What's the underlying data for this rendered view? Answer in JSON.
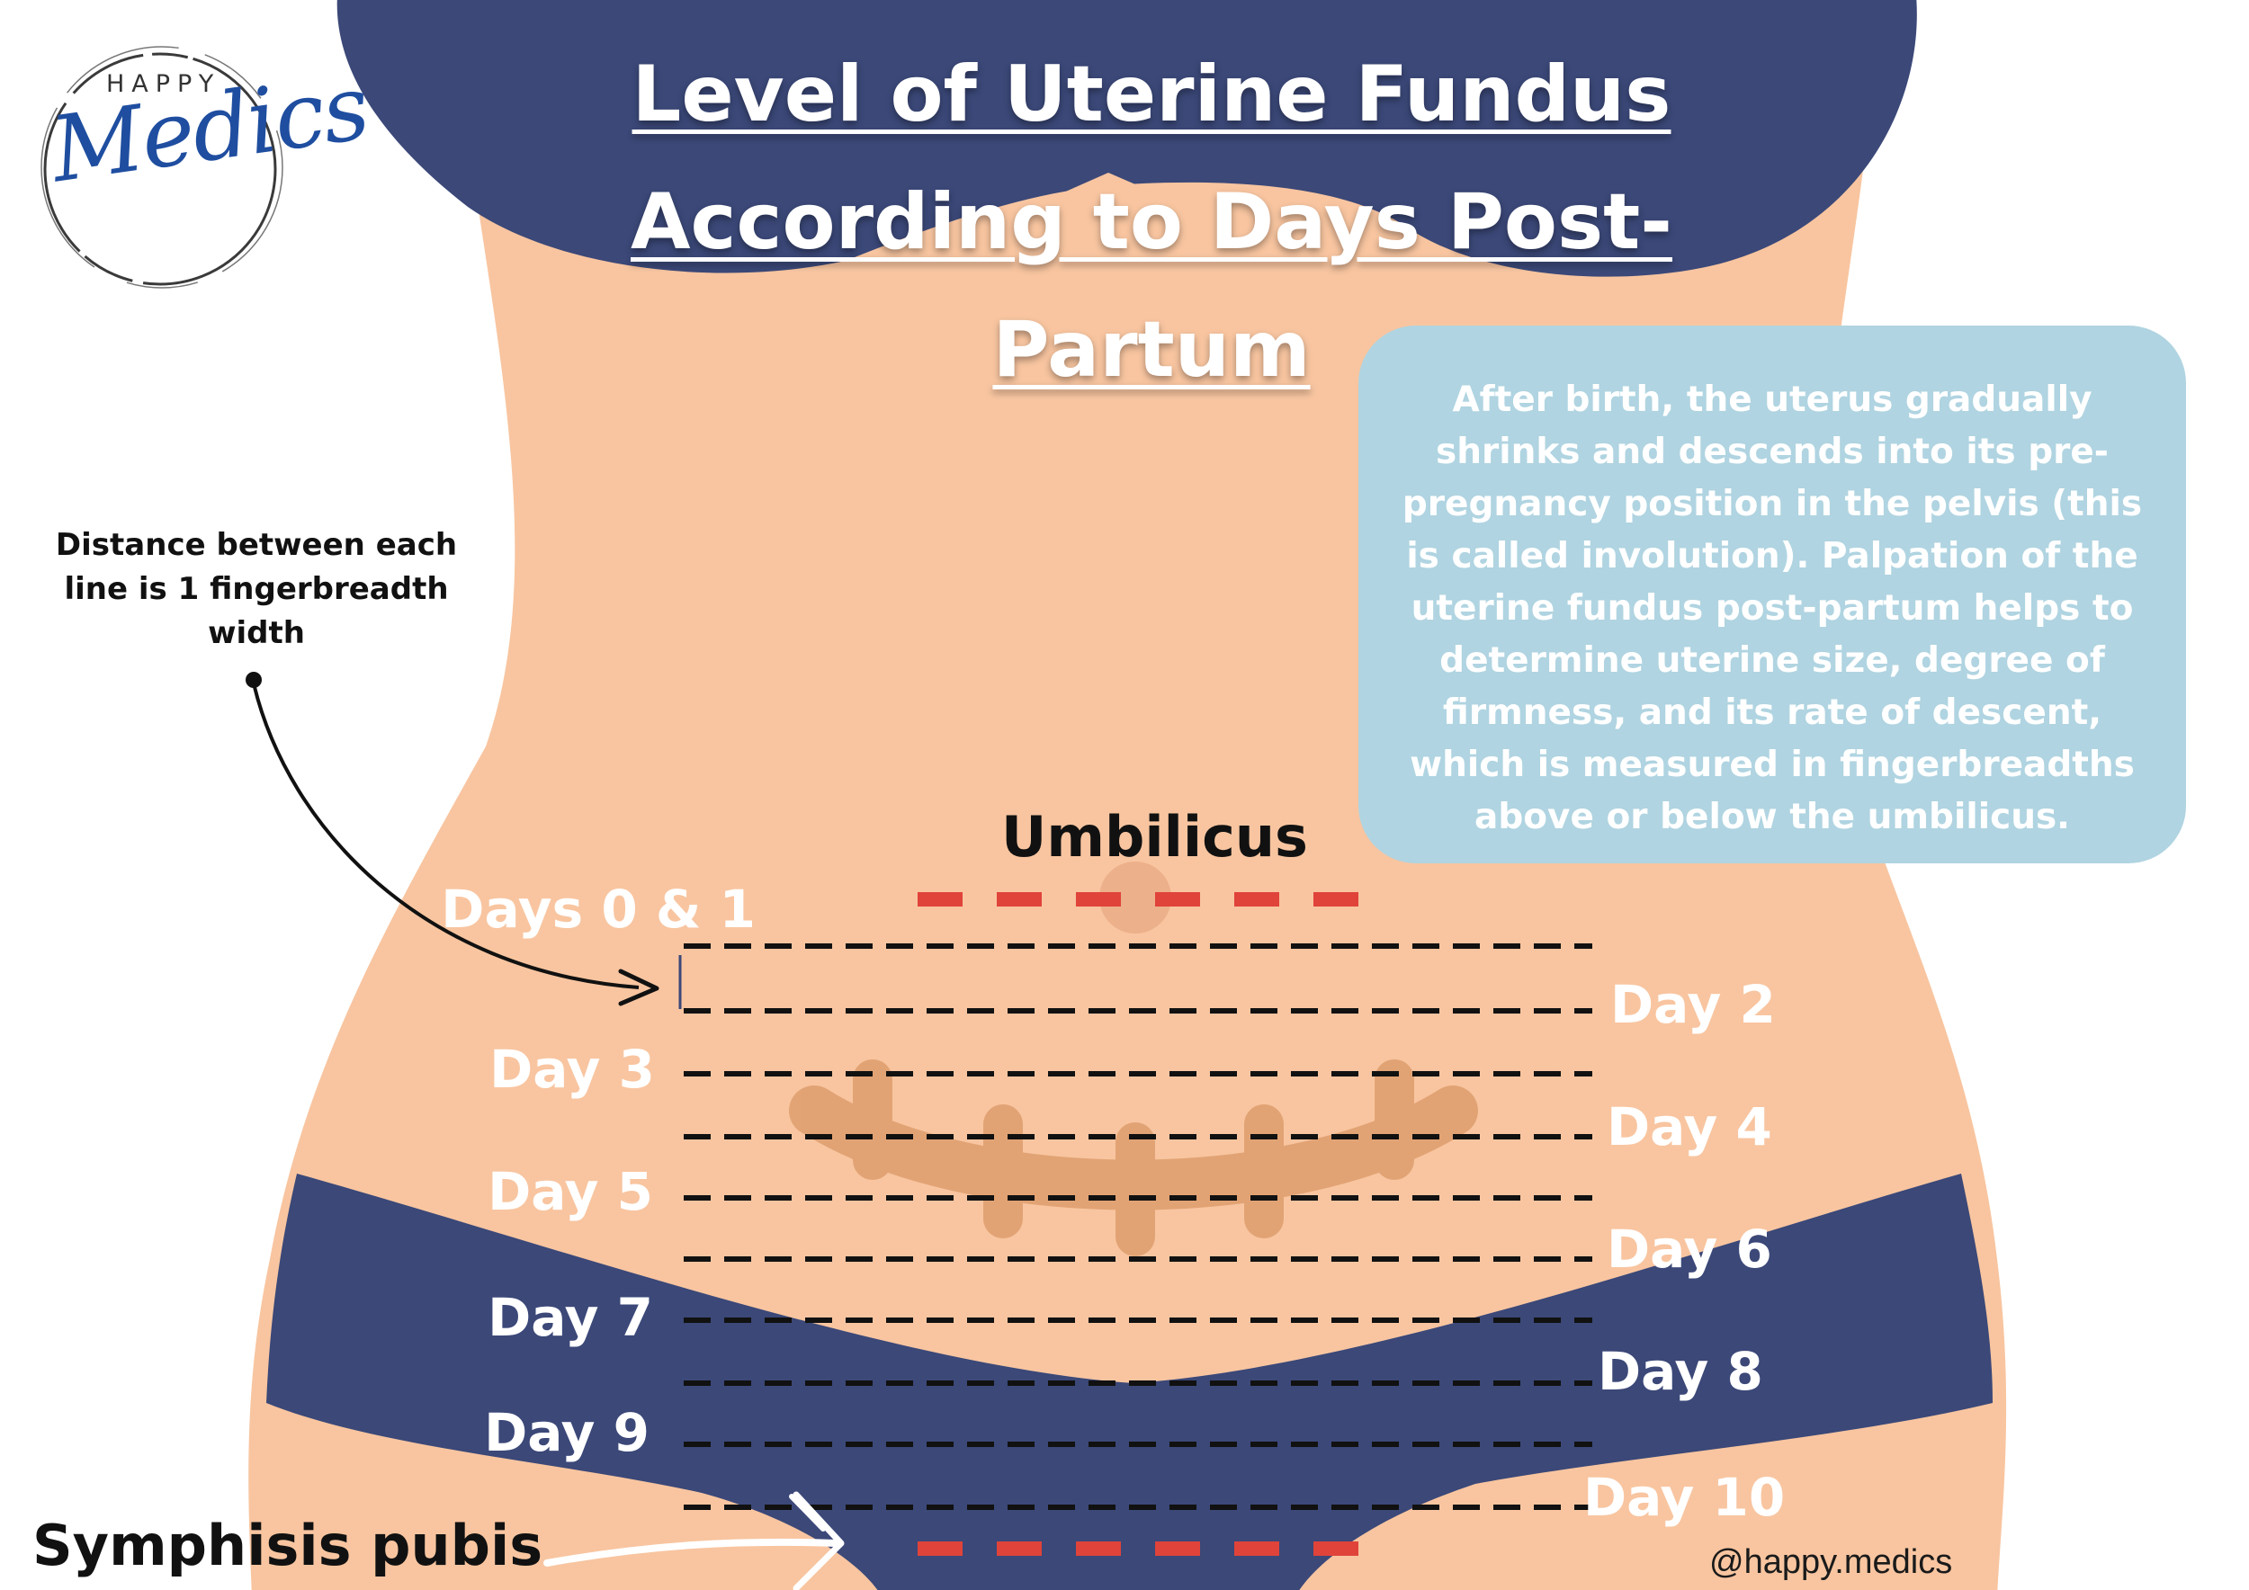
{
  "title": {
    "line1": "Level of Uterine Fundus",
    "line2": "According to Days Post-",
    "line3": "Partum"
  },
  "logo": {
    "top_text": "HAPPY",
    "script_text": "Medics"
  },
  "info_box": {
    "text": "After birth, the uterus gradually shrinks and descends into its pre-pregnancy position in the pelvis (this is called involution). Palpation of the uterine fundus post-partum helps to determine uterine size, degree of firmness, and its rate of descent, which is measured in fingerbreadths above or below the umbilicus."
  },
  "note": {
    "text": "Distance between each line is 1 fingerbreadth width"
  },
  "landmarks": {
    "umbilicus": "Umbilicus",
    "symphysis": "Symphisis pubis"
  },
  "day_labels": {
    "d0_1": "Days 0 & 1",
    "d2": "Day 2",
    "d3": "Day 3",
    "d4": "Day 4",
    "d5": "Day 5",
    "d6": "Day 6",
    "d7": "Day 7",
    "d8": "Day 8",
    "d9": "Day 9",
    "d10": "Day 10"
  },
  "handle": "@happy.medics",
  "colors": {
    "skin": "#f8c5a0",
    "navy": "#3b4878",
    "info_box": "#b0d4e1",
    "red_line": "#e0433a",
    "black_line": "#111111",
    "scar": "#e0a070"
  }
}
